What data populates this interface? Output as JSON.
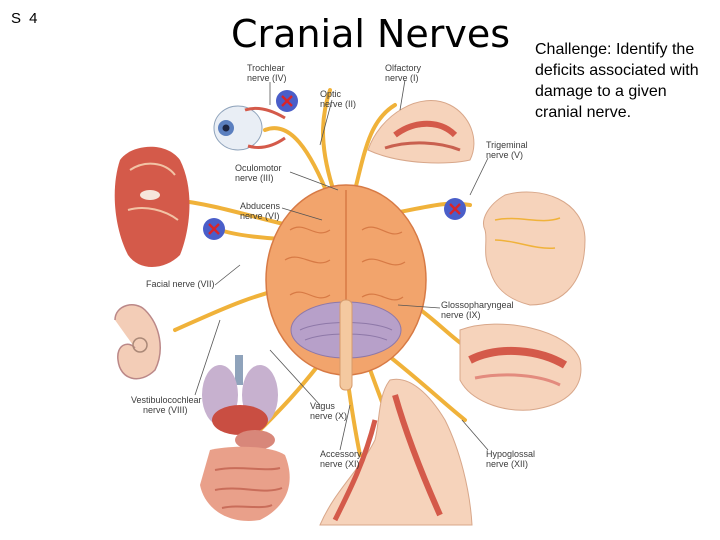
{
  "slide_number": "S 4",
  "title": "Cranial Nerves",
  "challenge": "Challenge: Identify the deficits associated with damage to a given cranial nerve.",
  "nerves": {
    "trochlear": {
      "line1": "Trochlear",
      "line2": "nerve (IV)"
    },
    "olfactory": {
      "line1": "Olfactory",
      "line2": "nerve (I)"
    },
    "optic": {
      "line1": "Optic",
      "line2": "nerve (II)"
    },
    "trigeminal": {
      "line1": "Trigeminal",
      "line2": "nerve (V)"
    },
    "oculomotor": {
      "line1": "Oculomotor",
      "line2": "nerve (III)"
    },
    "abducens": {
      "line1": "Abducens",
      "line2": "nerve (VI)"
    },
    "facial": {
      "line1": "Facial nerve (VII)"
    },
    "glossopharyngeal": {
      "line1": "Glossopharyngeal",
      "line2": "nerve (IX)"
    },
    "vestibulocochlear": {
      "line1": "Vestibulocochlear",
      "line2": "nerve (VIII)"
    },
    "vagus": {
      "line1": "Vagus",
      "line2": "nerve (X)"
    },
    "accessory": {
      "line1": "Accessory",
      "line2": "nerve (XI)"
    },
    "hypoglossal": {
      "line1": "Hypoglossal",
      "line2": "nerve (XII)"
    }
  },
  "marker_icon": "x-circle-marker-icon",
  "colors": {
    "nerve": "#f0b23a",
    "brain": "#f2a46c",
    "marker_fill": "#4a5ec9",
    "marker_x": "#d8252a",
    "skin": "#f6d3bb",
    "muscle": "#d45a4a"
  }
}
